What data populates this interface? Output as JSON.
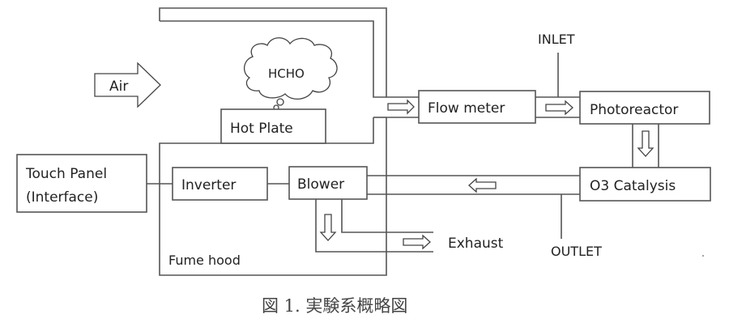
{
  "diagram": {
    "air_label": "Air",
    "cloud_label": "HCHO",
    "hot_plate": "Hot Plate",
    "flow_meter": "Flow meter",
    "inlet": "INLET",
    "photoreactor": "Photoreactor",
    "o3_catalysis": "O3 Catalysis",
    "outlet": "OUTLET",
    "touch_panel_line1": "Touch Panel",
    "touch_panel_line2": "(Interface)",
    "inverter": "Inverter",
    "blower": "Blower",
    "exhaust": "Exhaust",
    "fume_hood": "Fume hood"
  },
  "caption": "図 1.  実験系概略図"
}
